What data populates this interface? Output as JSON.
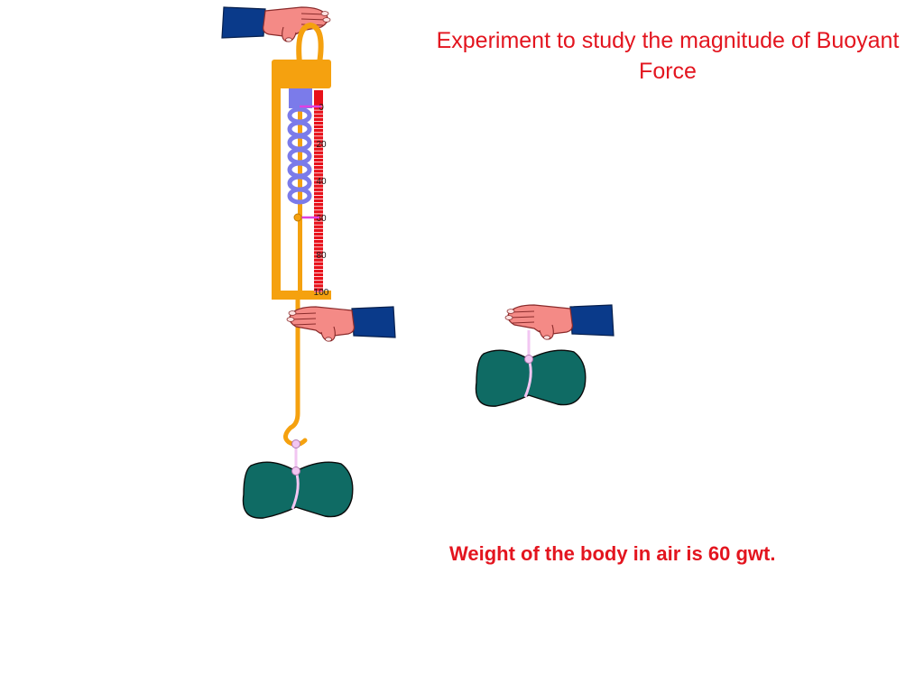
{
  "title": "Experiment to study the magnitude of Buoyant Force",
  "caption": {
    "prefix": "Weight of the body in air is",
    "value": "60",
    "unit": "gwt."
  },
  "balance": {
    "scale_labels": [
      "0",
      "20",
      "40",
      "60",
      "80",
      "100"
    ],
    "pointer_reading": 60
  },
  "colors": {
    "text": "#e3151f",
    "frame": "#f5a10f",
    "spring": "#7b7bea",
    "scale": "#e8101a",
    "pointer": "#e040e0",
    "body": "#0f6b64",
    "sleeve": "#0a3a8a",
    "hand": "#f48a86",
    "string": "#f2c6f2"
  }
}
